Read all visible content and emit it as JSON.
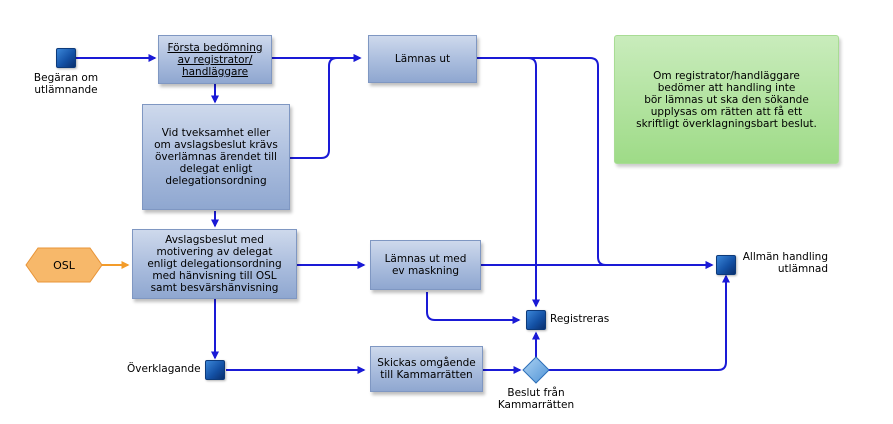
{
  "nodes": {
    "start_label": "Begäran om\nutlämnande",
    "forsta_bedomning": "Första bedömning\nav registrator/\nhandläggare",
    "lamnas_ut": "Lämnas ut",
    "vid_tveksamhet": "Vid tveksamhet eller\nom avslagsbeslut krävs\növerlämnas ärendet till\ndelegat enligt\ndelegationsordning",
    "avslagsbeslut": "Avslagsbeslut med\nmotivering av delegat\nenligt delegationsordning\nmed hänvisning till OSL\nsamt besvärshänvisning",
    "osl": "OSL",
    "lamnas_ut_maskning": "Lämnas ut med\nev maskning",
    "registreras": "Registreras",
    "allman_handling": "Allmän handling\nutlämnad",
    "overklagande": "Överklagande",
    "skickas": "Skickas omgående\ntill Kammarrätten",
    "beslut_kammarratten": "Beslut från\nKammarrätten"
  },
  "note": "Om registrator/handläggare\nbedömer att handling inte\nbör lämnas ut ska den sökande\nupplysas om rätten att få ett\nskriftligt överklagningsbart beslut.",
  "colors": {
    "arrow": "#1a1ad6",
    "osl_arrow": "#f39c2a",
    "osl_fill": "#f7b86a",
    "note_fill": "#a6de90",
    "box_fill": "#a9bcdd"
  }
}
